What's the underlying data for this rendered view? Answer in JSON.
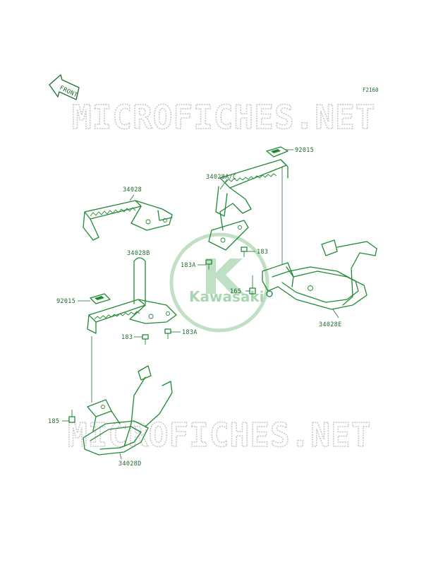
{
  "figure": {
    "code": "F2160",
    "front_label": "FRONT"
  },
  "watermark": {
    "top": "MICROFICHES.NET",
    "bottom": "MICROFICHES.NET"
  },
  "logo": {
    "text": "Kawasaki"
  },
  "parts": {
    "p34028": "34028",
    "p34028AC": "34028A/C",
    "p34028B": "34028B",
    "p34028E": "34028E",
    "p34028D": "34028D",
    "p92015_top": "92015",
    "p92015_left": "92015",
    "p183_right": "183",
    "p183A_center": "183A",
    "p165": "165",
    "p183_lower": "183",
    "p183A_lower": "183A",
    "p185": "185"
  },
  "colors": {
    "line": "#1f8a33",
    "label": "#1f6b2c",
    "watermark": "#c9c9c9",
    "logo": "#bfe0c5"
  }
}
